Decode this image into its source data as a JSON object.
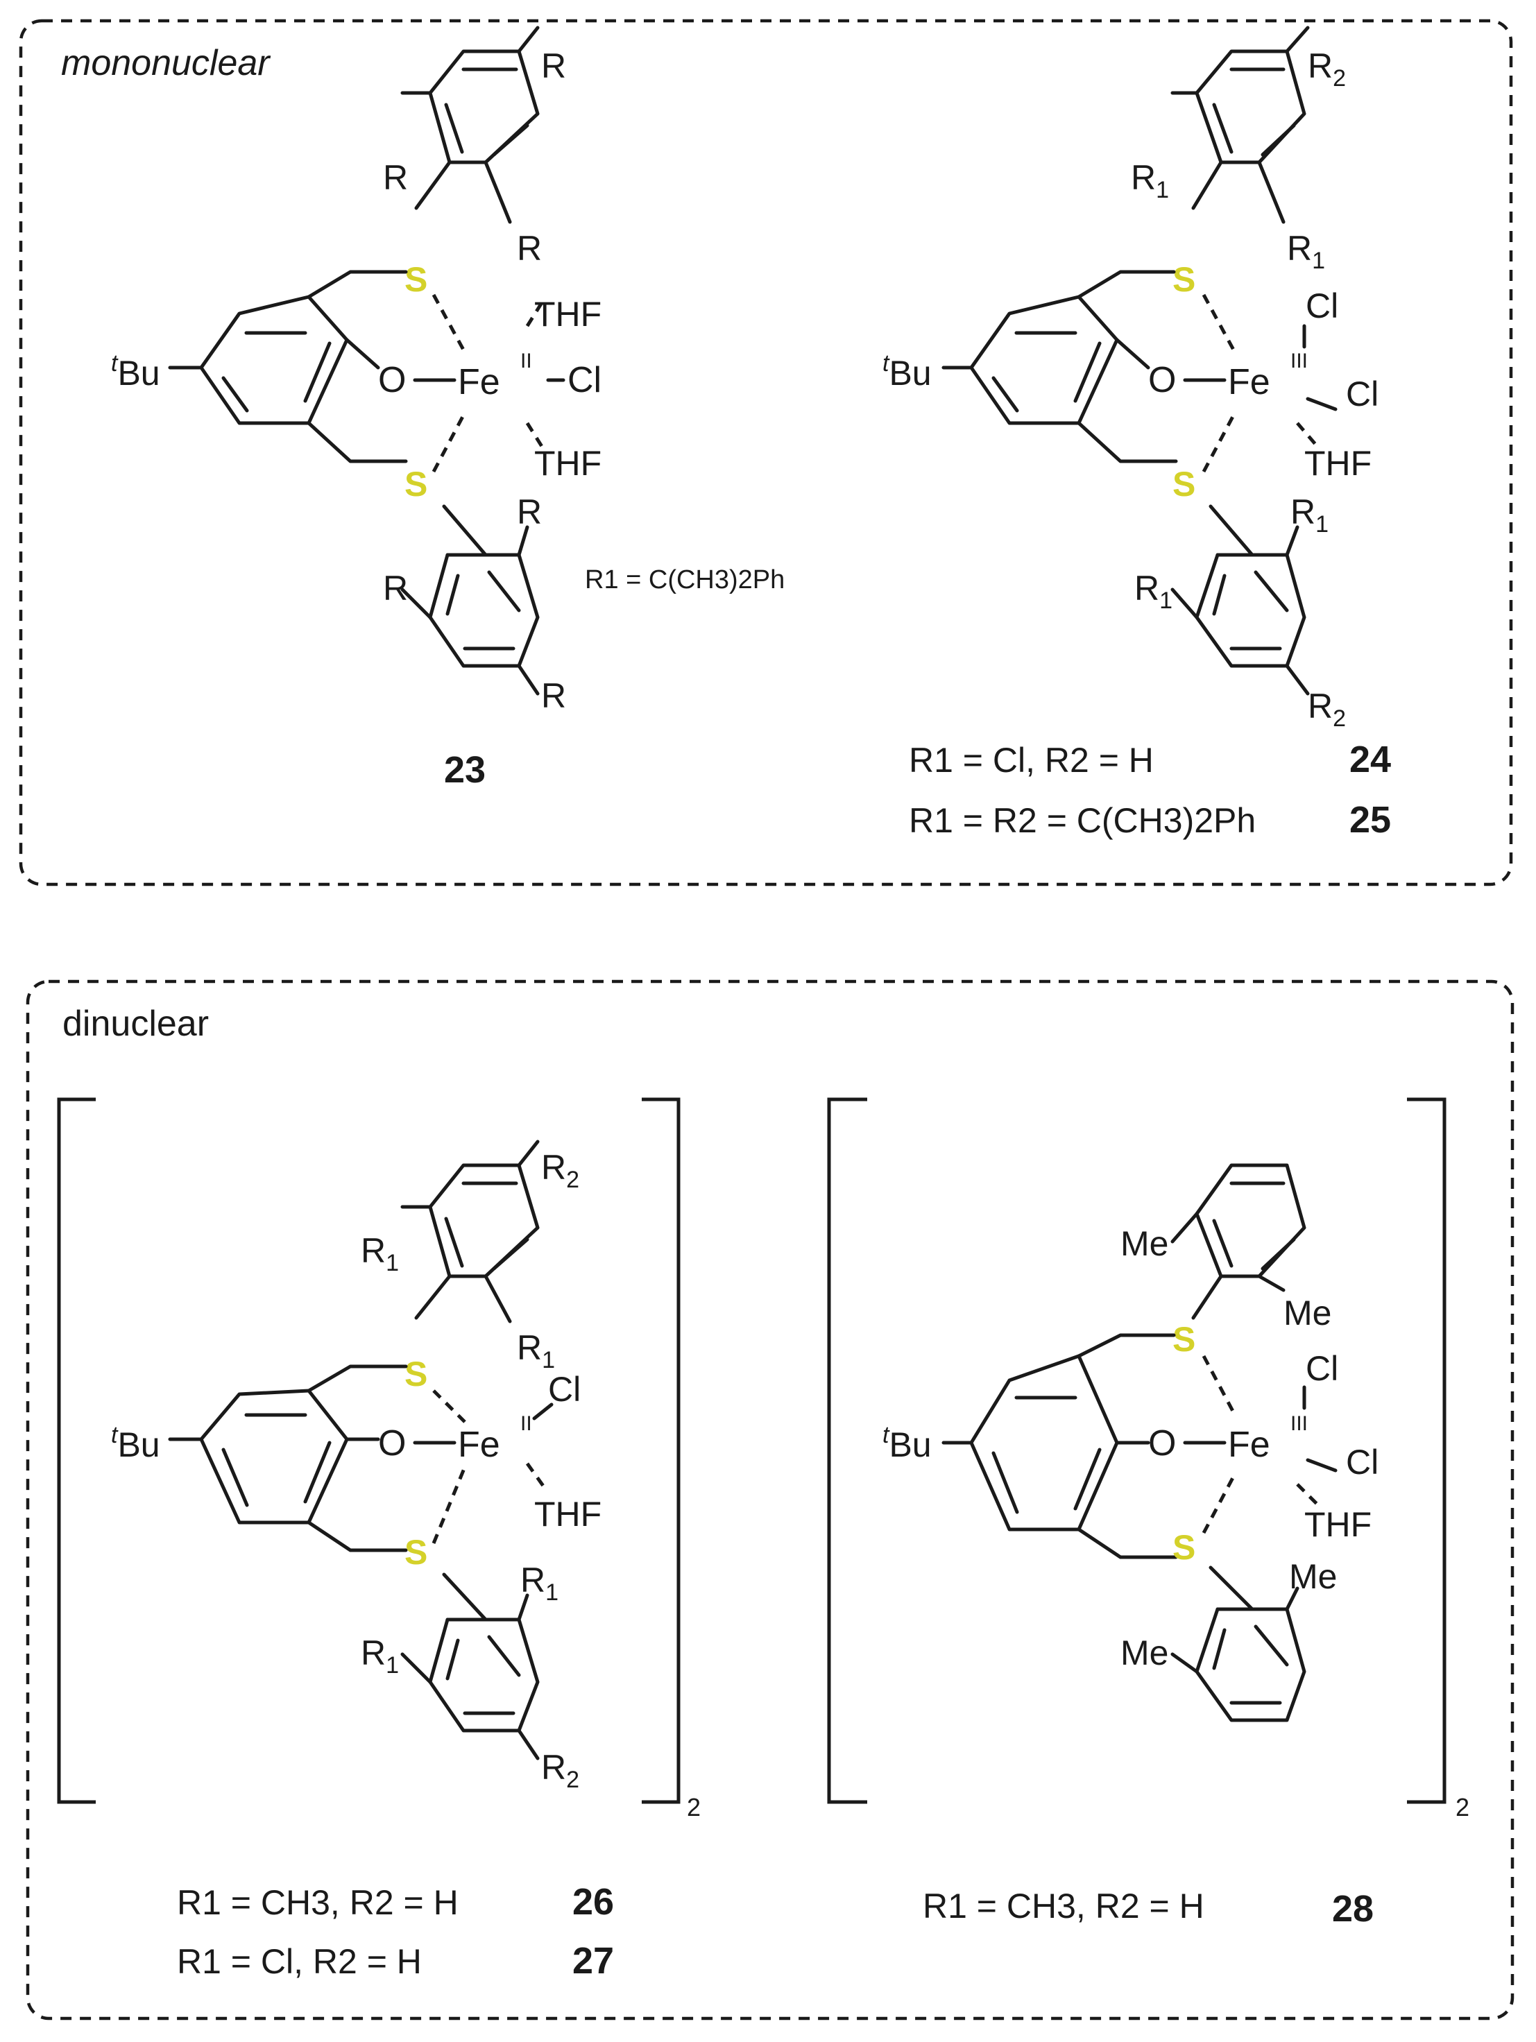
{
  "panels": {
    "mononuclear": {
      "label": "mononuclear"
    },
    "dinuclear": {
      "label": "dinuclear"
    }
  },
  "colors": {
    "sulfur": "#d4d12a",
    "ink": "#1a1a1a"
  },
  "atoms": {
    "sulfur": "S",
    "oxygen": "O",
    "iron": "Fe",
    "chloride": "Cl",
    "thf": "THF",
    "tbu_sup": "t",
    "tbu": "Bu"
  },
  "substituents": {
    "R": "R",
    "R1": "R1",
    "R2": "R2",
    "Me": "Me"
  },
  "oxidation_states": {
    "fe2": "II",
    "fe3": "III"
  },
  "compound_23": {
    "number": "23",
    "note": "R1 = C(CH3)2Ph"
  },
  "compound_24_25": {
    "numbers": [
      "24",
      "25"
    ],
    "legends": [
      "R1 = Cl, R2 = H",
      "R1 = R2 = C(CH3)2Ph"
    ]
  },
  "compound_26_27": {
    "numbers": [
      "26",
      "27"
    ],
    "legends": [
      "R1 = CH3, R2 = H",
      "R1 = Cl, R2 = H"
    ],
    "bracket_subscript": "2"
  },
  "compound_28": {
    "number": "28",
    "legend": "R1 = CH3, R2 = H",
    "bracket_subscript": "2"
  }
}
